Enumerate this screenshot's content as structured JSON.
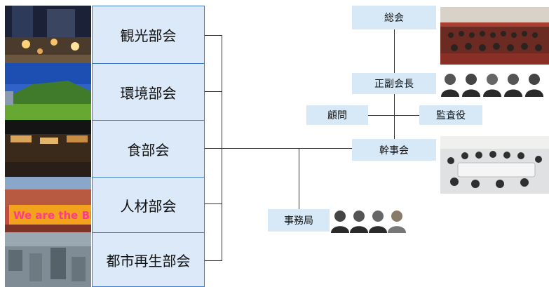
{
  "departments": [
    {
      "label": "観光部会",
      "photo": "night-festival-photo"
    },
    {
      "label": "環境部会",
      "photo": "green-building-photo"
    },
    {
      "label": "食部会",
      "photo": "food-stalls-photo"
    },
    {
      "label": "人材部会",
      "photo": "crowd-banner-photo"
    },
    {
      "label": "都市再生部会",
      "photo": "city-aerial-photo"
    }
  ],
  "banner_text": "We are the BRID",
  "org": {
    "general_assembly": "総会",
    "chair_vice": "正副会長",
    "advisor": "顧問",
    "auditor": "監査役",
    "executive": "幹事会",
    "secretariat": "事務局"
  },
  "colors": {
    "dept_fill": "#dbe9f8",
    "dept_border": "#3d7cc9",
    "box_fill": "#d7e9f7",
    "line": "#333333"
  }
}
